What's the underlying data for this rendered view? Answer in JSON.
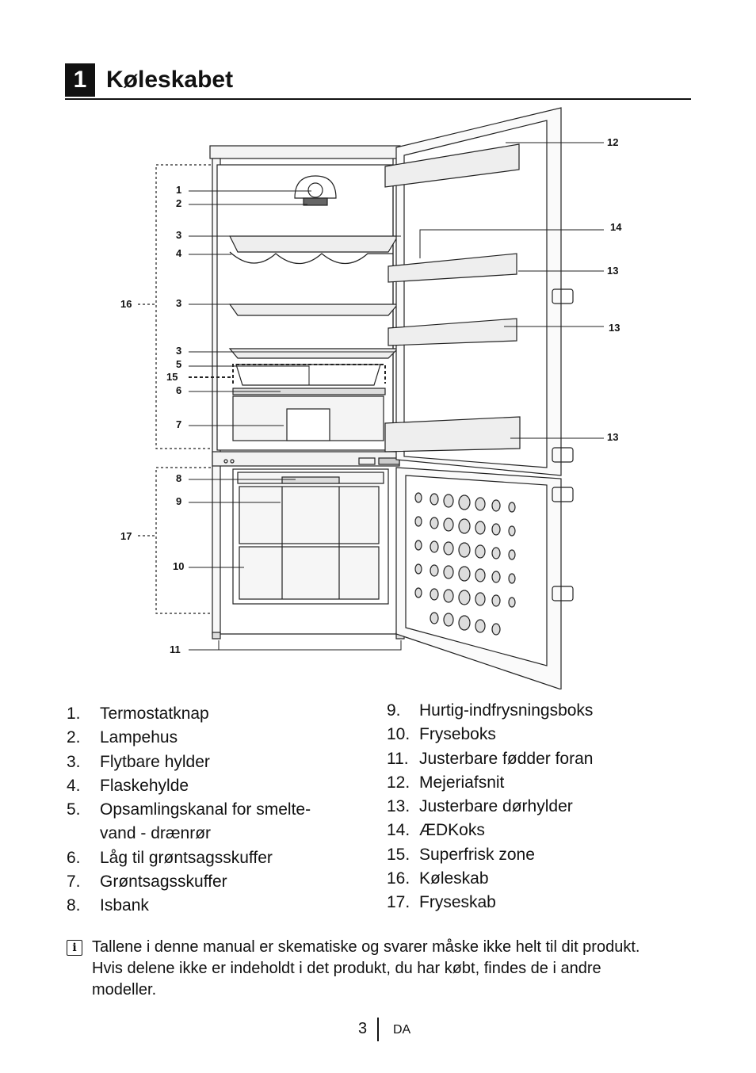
{
  "section": {
    "number": "1",
    "title": "Køleskabet"
  },
  "diagram_labels": {
    "c1": "1",
    "c2": "2",
    "c3a": "3",
    "c4": "4",
    "c3b": "3",
    "c3c": "3",
    "c5": "5",
    "c15": "15",
    "c6": "6",
    "c7": "7",
    "c8": "8",
    "c9": "9",
    "c10": "10",
    "c11": "11",
    "c12": "12",
    "c14": "14",
    "c13a": "13",
    "c13b": "13",
    "c13c": "13",
    "c16": "16",
    "c17": "17"
  },
  "legend_left": [
    {
      "num": "1.",
      "text": "Termostatknap"
    },
    {
      "num": "2.",
      "text": "Lampehus"
    },
    {
      "num": "3.",
      "text": "Flytbare hylder"
    },
    {
      "num": "4.",
      "text": "Flaskehylde"
    },
    {
      "num": "5.",
      "text": "Opsamlingskanal for smelte-",
      "cont": "vand - drænrør"
    },
    {
      "num": "6.",
      "text": "Låg til grøntsagsskuffer"
    },
    {
      "num": "7.",
      "text": "Grøntsagsskuffer"
    },
    {
      "num": "8.",
      "text": "Isbank"
    }
  ],
  "legend_right": [
    {
      "num": "9.",
      "text": "Hurtig-indfrysningsboks"
    },
    {
      "num": "10.",
      "text": "Fryseboks"
    },
    {
      "num": "11.",
      "text": "Justerbare fødder foran"
    },
    {
      "num": "12.",
      "text": "Mejeriafsnit"
    },
    {
      "num": "13.",
      "text": "Justerbare dørhylder"
    },
    {
      "num": "14.",
      "text": "ÆDKoks"
    },
    {
      "num": "15.",
      "text": "Superfrisk zone"
    },
    {
      "num": "16.",
      "text": "Køleskab"
    },
    {
      "num": "17.",
      "text": "Fryseskab"
    }
  ],
  "note": {
    "icon": "info-icon",
    "line1": "Tallene i denne manual er skematiske og svarer måske ikke helt til dit produkt.",
    "line2": "Hvis delene ikke er indeholdt i det produkt, du har købt, findes de i andre",
    "line3": "modeller."
  },
  "footer": {
    "page": "3",
    "lang": "DA"
  }
}
